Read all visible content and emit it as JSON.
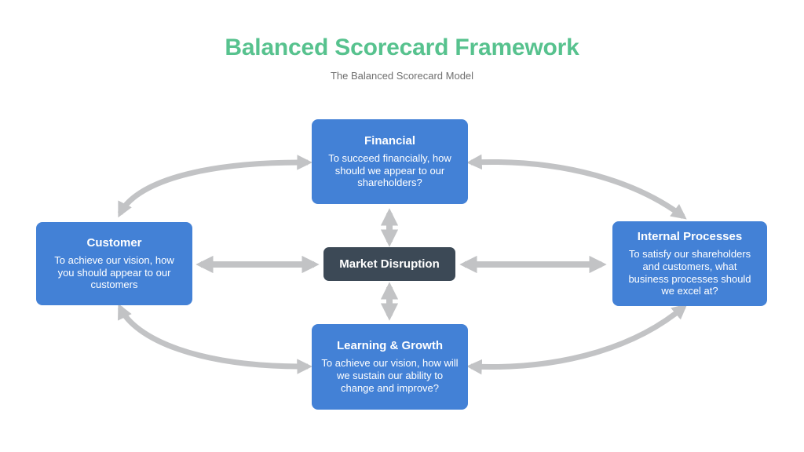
{
  "slide": {
    "title": "Balanced Scorecard Framework",
    "subtitle": "The Balanced Scorecard Model"
  },
  "colors": {
    "title_green": "#57C28E",
    "subtitle_gray": "#6F6F6F",
    "node_blue": "#4381D6",
    "center_dark": "#3C4956",
    "arrow_gray": "#C2C3C5",
    "node_text": "#FFFFFF",
    "background": "#FFFFFF"
  },
  "nodes": {
    "financial": {
      "title": "Financial",
      "body": "To succeed financially, how should we appear to our shareholders?"
    },
    "customer": {
      "title": "Customer",
      "body": "To achieve our vision, how you should appear to our customers"
    },
    "internal_processes": {
      "title": "Internal Processes",
      "body": "To satisfy our shareholders and customers, what business processes should we excel at?"
    },
    "learning_growth": {
      "title": "Learning & Growth",
      "body": "To achieve our vision, how will we sustain our ability to change and improve?"
    },
    "market_disruption": {
      "title": "Market Disruption"
    }
  }
}
